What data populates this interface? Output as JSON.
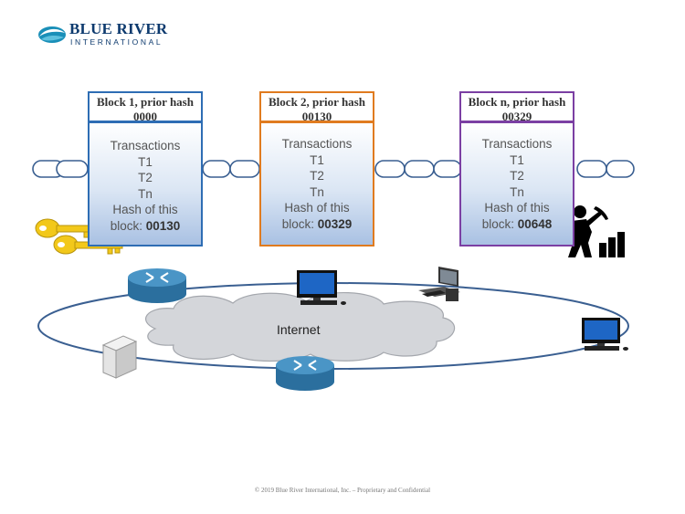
{
  "logo": {
    "name": "Blue River",
    "subtitle": "International"
  },
  "blocks": [
    {
      "title": "Block 1, prior hash 0000",
      "transactions_label": "Transactions",
      "t1": "T1",
      "t2": "T2",
      "tn": "Tn",
      "hash_label": "Hash of this",
      "hash_prefix": "block:",
      "hash_value": "00130",
      "color": "#2e6db4"
    },
    {
      "title": "Block 2, prior hash 00130",
      "transactions_label": "Transactions",
      "t1": "T1",
      "t2": "T2",
      "tn": "Tn",
      "hash_label": "Hash of this",
      "hash_prefix": "block:",
      "hash_value": "00329",
      "color": "#e07b1f"
    },
    {
      "title": "Block n, prior hash 00329",
      "transactions_label": "Transactions",
      "t1": "T1",
      "t2": "T2",
      "tn": "Tn",
      "hash_label": "Hash of this",
      "hash_prefix": "block:",
      "hash_value": "00648",
      "color": "#7b3fa3"
    }
  ],
  "network": {
    "cloud_label": "Internet",
    "ring_color": "#3a5f91",
    "icons": [
      "router-icon",
      "desktop-computer-icon",
      "workstation-icon",
      "desktop-computer-icon",
      "server-icon",
      "router-icon"
    ]
  },
  "decorations": {
    "keys": "keys-icon",
    "miner": "miner-icon"
  },
  "footer": "© 2019 Blue River International, Inc. – Proprietary and Confidential"
}
